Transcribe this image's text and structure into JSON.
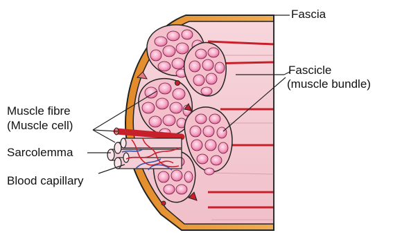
{
  "labels": {
    "fascia": "Fascia",
    "fascicle_line1": "Fascicle",
    "fascicle_line2": "(muscle bundle)",
    "muscle_fibre_line1": "Muscle fibre",
    "muscle_fibre_line2": "(Muscle cell)",
    "sarcolemma": "Sarcolemma",
    "blood_capillary": "Blood capillary"
  },
  "colors": {
    "fascia_orange": "#e89a38",
    "muscle_pink": "#f4c7cf",
    "fibre_pink": "#f7a9c6",
    "vessel_red": "#d8202a",
    "vein_blue": "#3b4fa3",
    "outline": "#222222"
  }
}
